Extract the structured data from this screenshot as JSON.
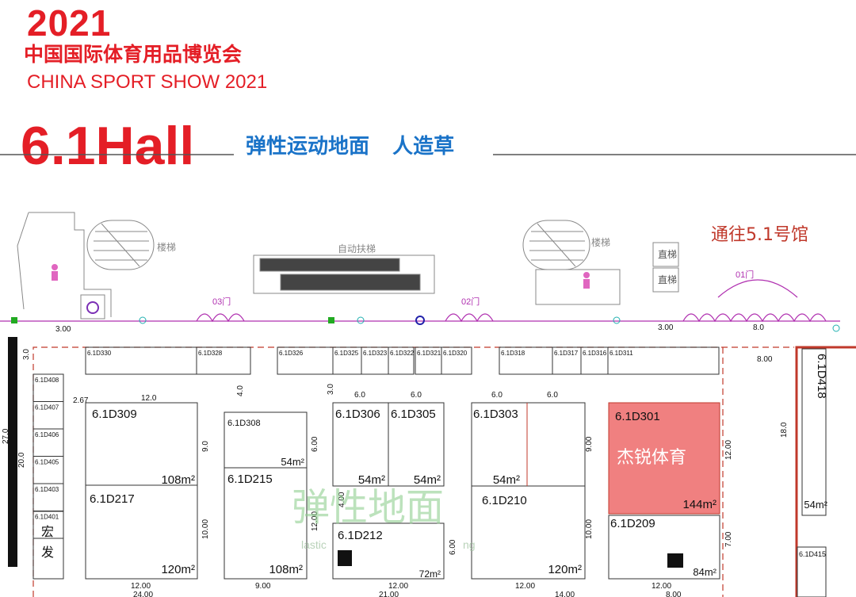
{
  "header": {
    "year": "2021",
    "title_cn": "中国国际体育用品博览会",
    "title_en": "CHINA SPORT SHOW 2021",
    "hall": "6.1Hall",
    "categories": [
      "弹性运动地面",
      "人造草"
    ]
  },
  "map": {
    "to_hall": "通往5.1号馆",
    "staircase_label": "楼梯",
    "escalator_label": "自动扶梯",
    "elevator_label": "直梯",
    "doors": [
      "03门",
      "02门",
      "01门"
    ],
    "watermark": "弹性地面",
    "watermark_sub": [
      "lastic",
      "ng"
    ],
    "colors": {
      "highlight": "#f08080",
      "accent": "#e41e26",
      "blue": "#1a73c8",
      "wall": "#c0392b",
      "green": "#7fbf7f"
    },
    "upper_booths": [
      "6.1D330",
      "6.1D328",
      "6.1D326",
      "6.1D325",
      "6.1D323",
      "6.1D322",
      "6.1D321",
      "6.1D320",
      "6.1D318",
      "6.1D317",
      "6.1D316",
      "6.1D311"
    ],
    "left_booths": [
      "6.1D408",
      "6.1D407",
      "6.1D406",
      "6.1D405",
      "6.1D403",
      "6.1D401"
    ],
    "left_booth_text": "宏\n发",
    "booths": [
      {
        "id": "6.1D309",
        "area": ""
      },
      {
        "id": "6.1D217",
        "area": "120m²"
      },
      {
        "id": "6.1D308",
        "area": "54m²"
      },
      {
        "id": "6.1D215",
        "area": "108m²"
      },
      {
        "id": "6.1D306",
        "area": "54m²"
      },
      {
        "id": "6.1D305",
        "area": "54m²"
      },
      {
        "id": "6.1D212",
        "area": "72m²"
      },
      {
        "id": "6.1D303",
        "area": "54m²"
      },
      {
        "id": "6.1D210",
        "area": "120m²"
      },
      {
        "id": "6.1D301",
        "area": "144m²",
        "company": "杰锐体育"
      },
      {
        "id": "6.1D209",
        "area": "84m²"
      },
      {
        "id": "6.1D418",
        "area": "54m²"
      },
      {
        "id": "6.1D415",
        "area": ""
      }
    ],
    "area_309": "108m²",
    "dimensions": [
      "3.00",
      "3.00",
      "3.0",
      "2.67",
      "12.0",
      "4.0",
      "3.0",
      "6.0",
      "6.0",
      "6.0",
      "6.0",
      "8.0",
      "8.00",
      "9.0",
      "6.00",
      "9.00",
      "12.00",
      "18.0",
      "27.0",
      "20.0",
      "4.00",
      "12.00",
      "10.00",
      "6.00",
      "10.00",
      "7.00",
      "12.00",
      "9.00",
      "12.00",
      "12.00",
      "12.00",
      "24.00",
      "21.00",
      "14.00",
      "8.00"
    ]
  }
}
